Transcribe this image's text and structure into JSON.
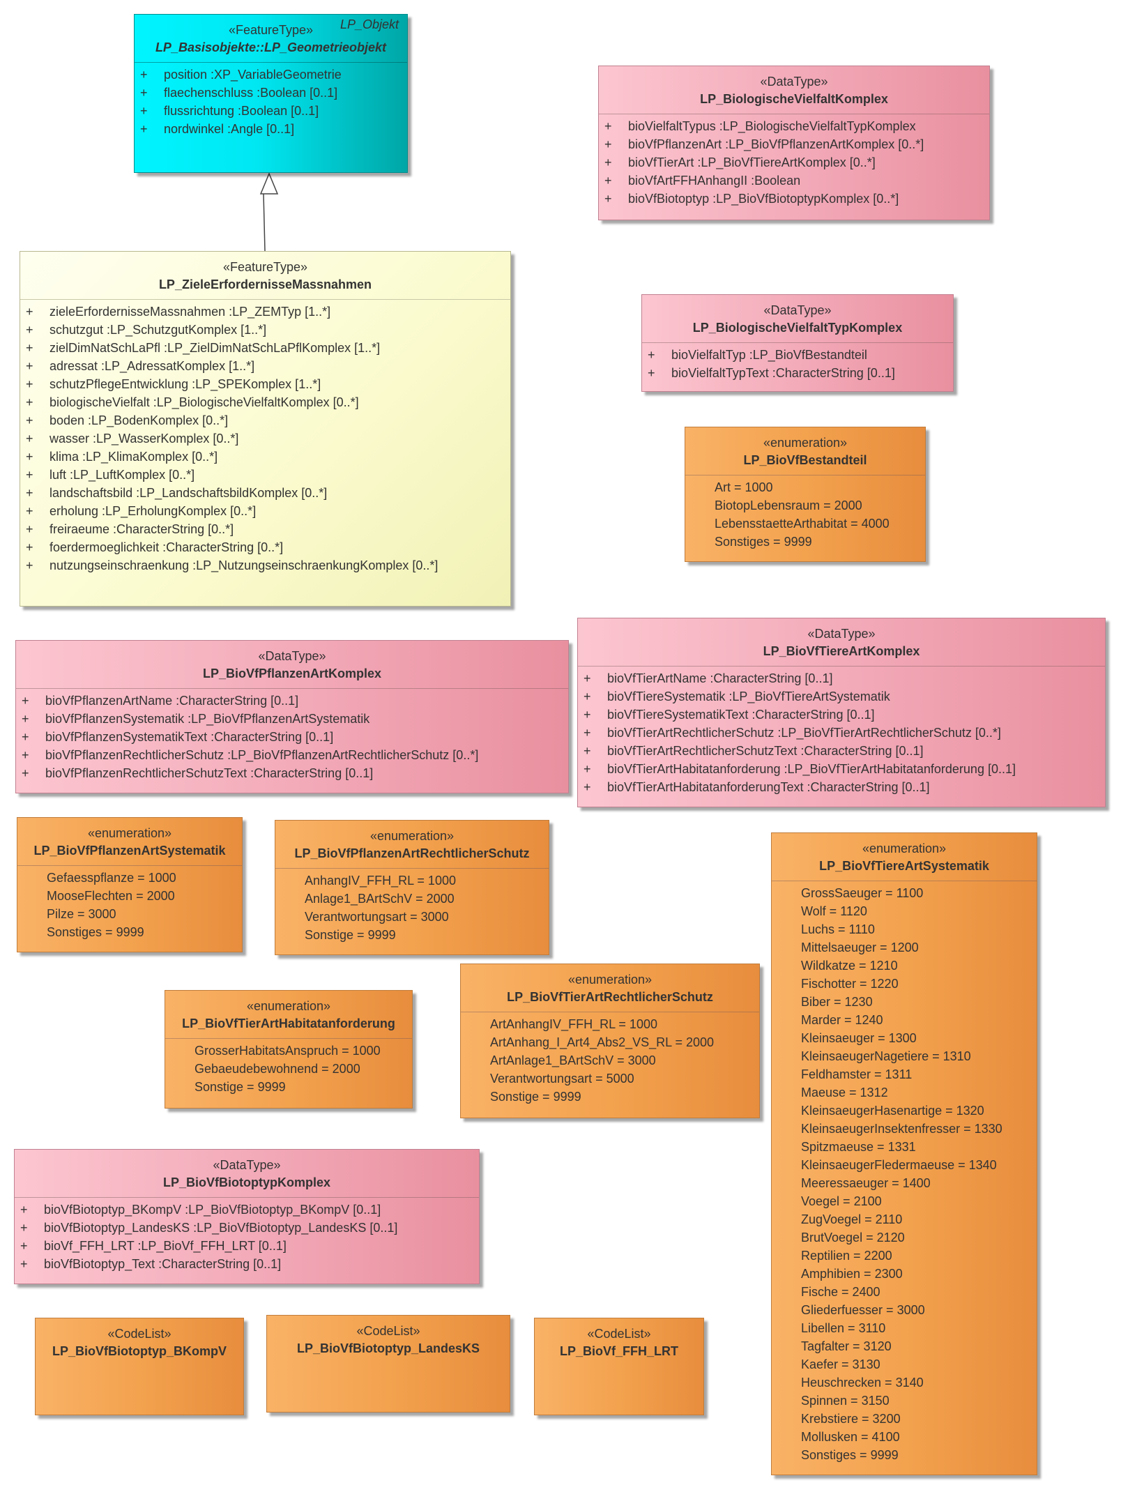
{
  "diagram": {
    "basis": {
      "package": "LP_Objekt",
      "stereotype": "«FeatureType»",
      "name": "LP_Basisobjekte::LP_Geometrieobjekt",
      "attributes": [
        "position  :XP_VariableGeometrie",
        "flaechenschluss  :Boolean [0..1]",
        "flussrichtung  :Boolean [0..1]",
        "nordwinkel  :Angle [0..1]"
      ]
    },
    "ziele": {
      "stereotype": "«FeatureType»",
      "name": "LP_ZieleErfordernisseMassnahmen",
      "attributes": [
        "zieleErfordernisseMassnahmen  :LP_ZEMTyp [1..*]",
        "schutzgut  :LP_SchutzgutKomplex [1..*]",
        "zielDimNatSchLaPfl  :LP_ZielDimNatSchLaPflKomplex [1..*]",
        "adressat  :LP_AdressatKomplex [1..*]",
        "schutzPflegeEntwicklung  :LP_SPEKomplex [1..*]",
        "biologischeVielfalt  :LP_BiologischeVielfaltKomplex [0..*]",
        "boden  :LP_BodenKomplex [0..*]",
        "wasser  :LP_WasserKomplex [0..*]",
        "klima  :LP_KlimaKomplex [0..*]",
        "luft  :LP_LuftKomplex [0..*]",
        "landschaftsbild  :LP_LandschaftsbildKomplex [0..*]",
        "erholung  :LP_ErholungKomplex [0..*]",
        "freiraeume  :CharacterString [0..*]",
        "foerdermoeglichkeit  :CharacterString [0..*]",
        "nutzungseinschraenkung  :LP_NutzungseinschraenkungKomplex [0..*]"
      ]
    },
    "bioVielfalt": {
      "stereotype": "«DataType»",
      "name": "LP_BiologischeVielfaltKomplex",
      "attributes": [
        "bioVielfaltTypus  :LP_BiologischeVielfaltTypKomplex",
        "bioVfPflanzenArt  :LP_BioVfPflanzenArtKomplex [0..*]",
        "bioVfTierArt  :LP_BioVfTiereArtKomplex [0..*]",
        "bioVfArtFFHAnhangII  :Boolean",
        "bioVfBiotoptyp  :LP_BioVfBiotoptypKomplex [0..*]"
      ]
    },
    "bioVielfaltTyp": {
      "stereotype": "«DataType»",
      "name": "LP_BiologischeVielfaltTypKomplex",
      "attributes": [
        "bioVielfaltTyp  :LP_BioVfBestandteil",
        "bioVielfaltTypText  :CharacterString [0..1]"
      ]
    },
    "bestandteil": {
      "stereotype": "«enumeration»",
      "name": "LP_BioVfBestandteil",
      "literals": [
        "Art = 1000",
        "BiotopLebensraum = 2000",
        "LebensstaetteArthabitat = 4000",
        "Sonstiges = 9999"
      ]
    },
    "pflanzenArt": {
      "stereotype": "«DataType»",
      "name": "LP_BioVfPflanzenArtKomplex",
      "attributes": [
        "bioVfPflanzenArtName  :CharacterString [0..1]",
        "bioVfPflanzenSystematik  :LP_BioVfPflanzenArtSystematik",
        "bioVfPflanzenSystematikText  :CharacterString [0..1]",
        "bioVfPflanzenRechtlicherSchutz  :LP_BioVfPflanzenArtRechtlicherSchutz [0..*]",
        "bioVfPflanzenRechtlicherSchutzText  :CharacterString [0..1]"
      ]
    },
    "tiereArt": {
      "stereotype": "«DataType»",
      "name": "LP_BioVfTiereArtKomplex",
      "attributes": [
        "bioVfTierArtName  :CharacterString [0..1]",
        "bioVfTiereSystematik  :LP_BioVfTiereArtSystematik",
        "bioVfTiereSystematikText  :CharacterString [0..1]",
        "bioVfTierArtRechtlicherSchutz  :LP_BioVfTierArtRechtlicherSchutz [0..*]",
        "bioVfTierArtRechtlicherSchutzText  :CharacterString [0..1]",
        "bioVfTierArtHabitatanforderung  :LP_BioVfTierArtHabitatanforderung [0..1]",
        "bioVfTierArtHabitatanforderungText  :CharacterString [0..1]"
      ]
    },
    "pflanzenSystematik": {
      "stereotype": "«enumeration»",
      "name": "LP_BioVfPflanzenArtSystematik",
      "literals": [
        "Gefaesspflanze = 1000",
        "MooseFlechten = 2000",
        "Pilze = 3000",
        "Sonstiges = 9999"
      ]
    },
    "pflanzenSchutz": {
      "stereotype": "«enumeration»",
      "name": "LP_BioVfPflanzenArtRechtlicherSchutz",
      "literals": [
        "AnhangIV_FFH_RL = 1000",
        "Anlage1_BArtSchV = 2000",
        "Verantwortungsart = 3000",
        "Sonstige = 9999"
      ]
    },
    "tiereSystematik": {
      "stereotype": "«enumeration»",
      "name": "LP_BioVfTiereArtSystematik",
      "literals": [
        "GrossSaeuger = 1100",
        "Wolf = 1120",
        "Luchs = 1110",
        "Mittelsaeuger = 1200",
        "Wildkatze = 1210",
        "Fischotter = 1220",
        "Biber = 1230",
        "Marder = 1240",
        "Kleinsaeuger = 1300",
        "KleinsaeugerNagetiere = 1310",
        "Feldhamster = 1311",
        "Maeuse = 1312",
        "KleinsaeugerHasenartige = 1320",
        "KleinsaeugerInsektenfresser = 1330",
        "Spitzmaeuse = 1331",
        "KleinsaeugerFledermaeuse = 1340",
        "Meeressaeuger = 1400",
        "Voegel = 2100",
        "ZugVoegel = 2110",
        "BrutVoegel = 2120",
        "Reptilien = 2200",
        "Amphibien = 2300",
        "Fische = 2400",
        "Gliederfuesser = 3000",
        "Libellen = 3110",
        "Tagfalter = 3120",
        "Kaefer = 3130",
        "Heuschrecken = 3140",
        "Spinnen = 3150",
        "Krebstiere = 3200",
        "Mollusken = 4100",
        "Sonstiges = 9999"
      ]
    },
    "habitat": {
      "stereotype": "«enumeration»",
      "name": "LP_BioVfTierArtHabitatanforderung",
      "literals": [
        "GrosserHabitatsAnspruch = 1000",
        "Gebaeudebewohnend = 2000",
        "Sonstige = 9999"
      ]
    },
    "tierSchutz": {
      "stereotype": "«enumeration»",
      "name": "LP_BioVfTierArtRechtlicherSchutz",
      "literals": [
        "ArtAnhangIV_FFH_RL = 1000",
        "ArtAnhang_I_Art4_Abs2_VS_RL = 2000",
        "ArtAnlage1_BArtSchV = 3000",
        "Verantwortungsart = 5000",
        "Sonstige = 9999"
      ]
    },
    "biotoptyp": {
      "stereotype": "«DataType»",
      "name": "LP_BioVfBiotoptypKomplex",
      "attributes": [
        "bioVfBiotoptyp_BKompV  :LP_BioVfBiotoptyp_BKompV [0..1]",
        "bioVfBiotoptyp_LandesKS  :LP_BioVfBiotoptyp_LandesKS [0..1]",
        "bioVf_FFH_LRT  :LP_BioVf_FFH_LRT [0..1]",
        "bioVfBiotoptyp_Text  :CharacterString [0..1]"
      ]
    },
    "bkompv": {
      "stereotype": "«CodeList»",
      "name": "LP_BioVfBiotoptyp_BKompV"
    },
    "landesks": {
      "stereotype": "«CodeList»",
      "name": "LP_BioVfBiotoptyp_LandesKS"
    },
    "ffhlrt": {
      "stereotype": "«CodeList»",
      "name": "LP_BioVf_FFH_LRT"
    },
    "plus_sign": "+"
  }
}
